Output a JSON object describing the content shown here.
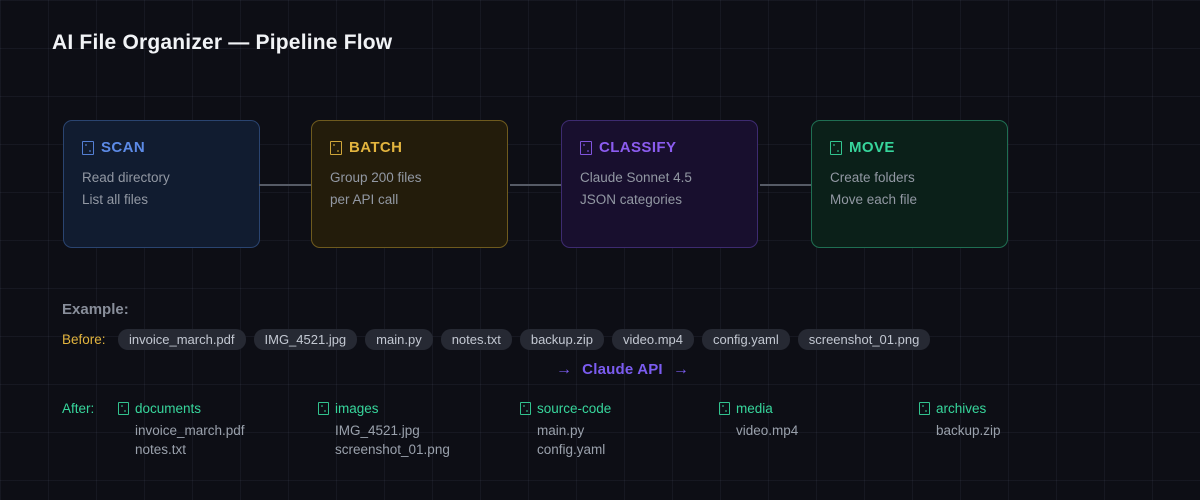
{
  "page": {
    "title": "AI File Organizer — Pipeline Flow"
  },
  "colors": {
    "background": "#0d0e15",
    "grid_line": "rgba(150,160,190,0.07)",
    "connector": "#565b66",
    "chip_background": "#262933",
    "chip_text": "#c3c8d2",
    "body_text": "#9298a3",
    "before_accent": "#e2b43e",
    "after_accent": "#37d69c",
    "api_accent": "#7b5cf0"
  },
  "pipeline": {
    "stages": [
      {
        "id": "scan",
        "icon": "scan-icon",
        "title": "SCAN",
        "lines": [
          "Read directory",
          "List all files"
        ],
        "accent": "#5c8ae6",
        "bg": "#111c30",
        "border": "#2a4470"
      },
      {
        "id": "batch",
        "icon": "batch-icon",
        "title": "BATCH",
        "lines": [
          "Group 200 files",
          "per API call"
        ],
        "accent": "#e2b43e",
        "bg": "#231c0b",
        "border": "#6e5a1e"
      },
      {
        "id": "classify",
        "icon": "classify-icon",
        "title": "CLASSIFY",
        "lines": [
          "Claude Sonnet 4.5",
          "JSON categories"
        ],
        "accent": "#8c5cf0",
        "bg": "#180f2e",
        "border": "#3d2b70"
      },
      {
        "id": "move",
        "icon": "move-icon",
        "title": "MOVE",
        "lines": [
          "Create folders",
          "Move each file"
        ],
        "accent": "#37d69c",
        "bg": "#0b2019",
        "border": "#1f6e52"
      }
    ]
  },
  "example": {
    "heading": "Example:",
    "before_label": "Before:",
    "before_files": [
      "invoice_march.pdf",
      "IMG_4521.jpg",
      "main.py",
      "notes.txt",
      "backup.zip",
      "video.mp4",
      "config.yaml",
      "screenshot_01.png"
    ],
    "api_label": "Claude API",
    "api_arrow": "→",
    "after_label": "After:",
    "after_folders": [
      {
        "name": "documents",
        "files": [
          "invoice_march.pdf",
          "notes.txt"
        ]
      },
      {
        "name": "images",
        "files": [
          "IMG_4521.jpg",
          "screenshot_01.png"
        ]
      },
      {
        "name": "source-code",
        "files": [
          "main.py",
          "config.yaml"
        ]
      },
      {
        "name": "media",
        "files": [
          "video.mp4"
        ]
      },
      {
        "name": "archives",
        "files": [
          "backup.zip"
        ]
      }
    ]
  }
}
